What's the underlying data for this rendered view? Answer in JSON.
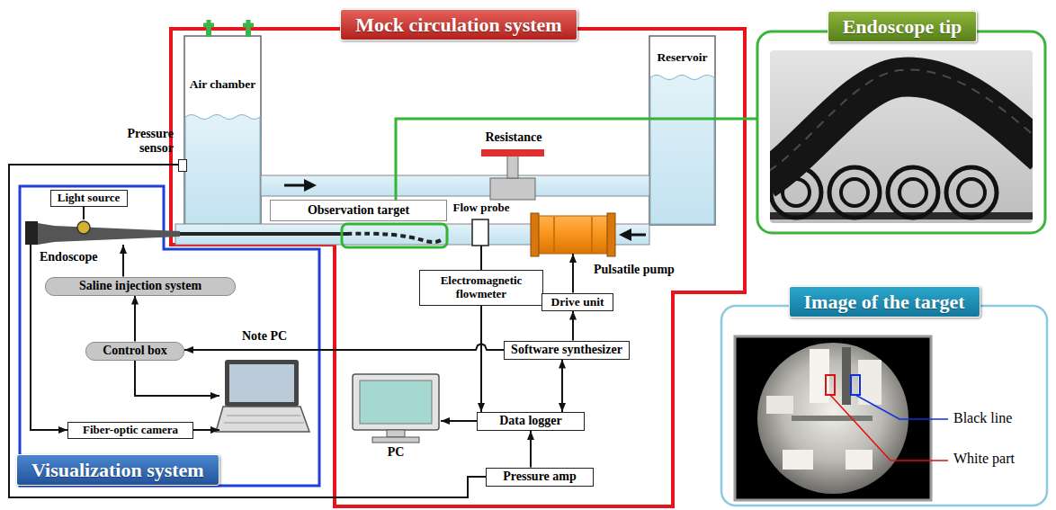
{
  "diagram": {
    "nodes": [
      {
        "text": [
          "Mock circulation system"
        ]
      },
      {
        "text": [
          "Air chamber"
        ],
        "in": 0
      },
      {
        "text": [
          "Pressure sensor"
        ]
      },
      {
        "text": [
          "Resistance"
        ],
        "in": 0
      },
      {
        "text": [
          "Reservoir"
        ],
        "in": 0
      },
      {
        "text": [
          "Observation target"
        ],
        "in": 0
      },
      {
        "text": [
          "Flow probe"
        ],
        "in": 0
      },
      {
        "text": [
          "Pulsatile pump"
        ],
        "in": 0
      },
      {
        "text": [
          "Electromagnetic flowmeter"
        ],
        "in": 0
      },
      {
        "text": [
          "Drive unit"
        ],
        "in": 0
      },
      {
        "text": [
          "Software synthesizer"
        ],
        "in": 0
      },
      {
        "text": [
          "Data logger"
        ],
        "in": 0
      },
      {
        "text": [
          "Pressure amp"
        ],
        "in": 0
      },
      {
        "text": [
          "PC"
        ],
        "in": 0
      },
      {
        "text": [
          "Visualization system"
        ]
      },
      {
        "text": [
          "Light source"
        ],
        "in": 14
      },
      {
        "text": [
          "Endoscope"
        ],
        "in": 14
      },
      {
        "text": [
          "Saline injection system"
        ],
        "in": 14
      },
      {
        "text": [
          "Control box"
        ],
        "in": 14
      },
      {
        "text": [
          "Note PC"
        ],
        "in": 14
      },
      {
        "text": [
          "Fiber-optic camera"
        ],
        "in": 14
      },
      {
        "text": [
          "Endoscope tip"
        ]
      },
      {
        "text": [
          "Image of the target"
        ]
      }
    ],
    "edges": [
      {
        "from": 2,
        "to": 12,
        "arrow": "none"
      },
      {
        "from": 5,
        "to": 21,
        "arrow": "none"
      },
      {
        "from": 6,
        "to": 8,
        "arrow": "none"
      },
      {
        "from": 8,
        "to": 11,
        "arrow": "to"
      },
      {
        "from": 10,
        "to": 9,
        "arrow": "to"
      },
      {
        "from": 9,
        "to": 7,
        "arrow": "to"
      },
      {
        "from": 10,
        "to": 11,
        "arrow": "both"
      },
      {
        "from": 10,
        "to": 18,
        "arrow": "to"
      },
      {
        "from": 11,
        "to": 13,
        "arrow": "to"
      },
      {
        "from": 12,
        "to": 11,
        "arrow": "to"
      },
      {
        "from": 15,
        "to": 16,
        "arrow": "none"
      },
      {
        "from": 17,
        "to": 16,
        "arrow": "to"
      },
      {
        "from": 18,
        "to": 17,
        "arrow": "to"
      },
      {
        "from": 18,
        "to": 19,
        "arrow": "to"
      },
      {
        "from": 16,
        "to": 20,
        "arrow": "to"
      },
      {
        "from": 20,
        "to": 19,
        "arrow": "to"
      }
    ],
    "labels": [
      "Black line",
      "White part"
    ]
  }
}
